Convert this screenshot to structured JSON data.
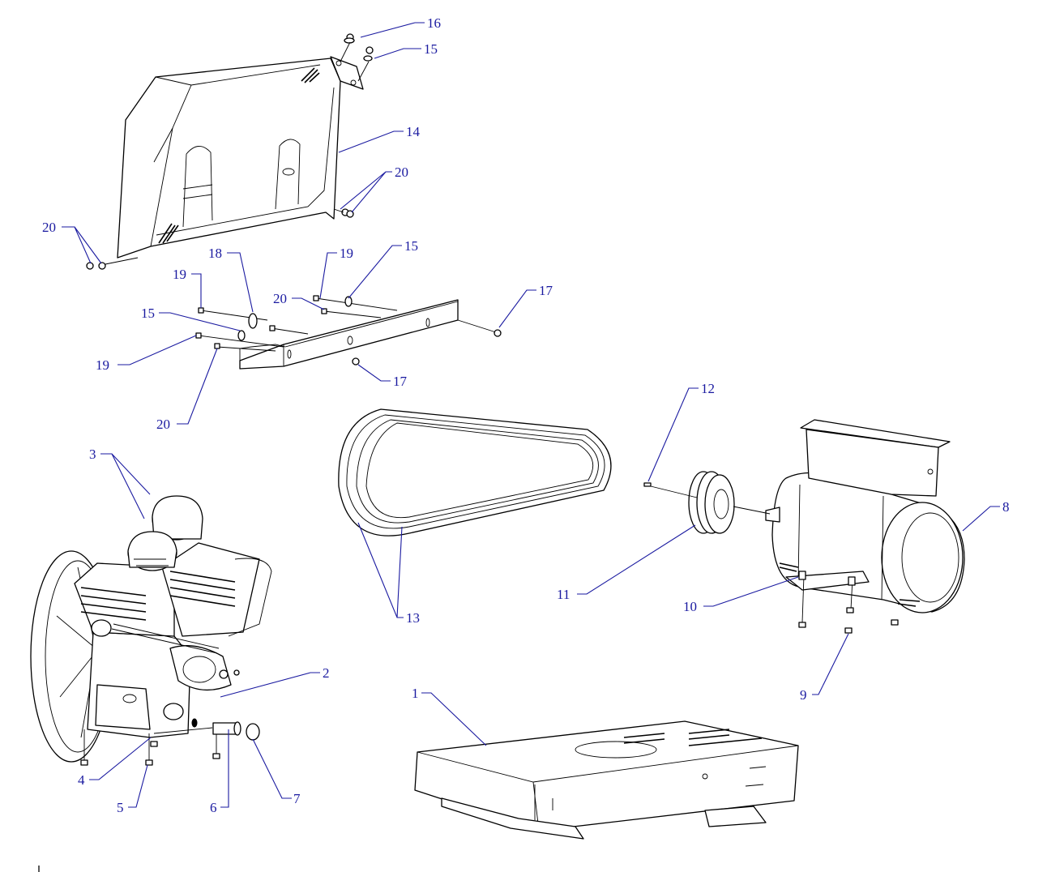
{
  "diagram": {
    "type": "exploded-parts-view",
    "line_color": "#000000",
    "callout_color": "#1a1aa0",
    "background": "#ffffff",
    "callouts": [
      {
        "id": "c16a",
        "label": "16"
      },
      {
        "id": "c15a",
        "label": "15"
      },
      {
        "id": "c14",
        "label": "14"
      },
      {
        "id": "c20a",
        "label": "20"
      },
      {
        "id": "c20b",
        "label": "20"
      },
      {
        "id": "c18",
        "label": "18"
      },
      {
        "id": "c19a",
        "label": "19"
      },
      {
        "id": "c19b",
        "label": "19"
      },
      {
        "id": "c15b",
        "label": "15"
      },
      {
        "id": "c20c",
        "label": "20"
      },
      {
        "id": "c17a",
        "label": "17"
      },
      {
        "id": "c15c",
        "label": "15"
      },
      {
        "id": "c19c",
        "label": "19"
      },
      {
        "id": "c17b",
        "label": "17"
      },
      {
        "id": "c20d",
        "label": "20"
      },
      {
        "id": "c12",
        "label": "12"
      },
      {
        "id": "c3",
        "label": "3"
      },
      {
        "id": "c8",
        "label": "8"
      },
      {
        "id": "c11",
        "label": "11"
      },
      {
        "id": "c13",
        "label": "13"
      },
      {
        "id": "c10",
        "label": "10"
      },
      {
        "id": "c2",
        "label": "2"
      },
      {
        "id": "c9",
        "label": "9"
      },
      {
        "id": "c1",
        "label": "1"
      },
      {
        "id": "c4",
        "label": "4"
      },
      {
        "id": "c5",
        "label": "5"
      },
      {
        "id": "c6",
        "label": "6"
      },
      {
        "id": "c7",
        "label": "7"
      }
    ]
  }
}
